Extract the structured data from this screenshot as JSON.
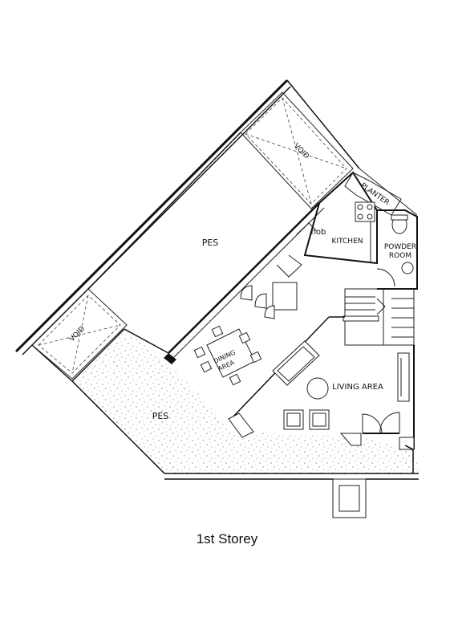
{
  "caption": "1st Storey",
  "rooms": {
    "pes_upper": "PES",
    "pes_lower": "PES",
    "void_upper": "VOID",
    "void_lower": "VOID",
    "planter": "PLANTER",
    "hob": "hob",
    "kitchen": "KITCHEN",
    "powder_line1": "POWDER",
    "powder_line2": "ROOM",
    "dining_line1": "DINING",
    "dining_line2": "AREA",
    "living": "LIVING AREA"
  },
  "colors": {
    "line": "#111111",
    "speckle": "#555555"
  }
}
